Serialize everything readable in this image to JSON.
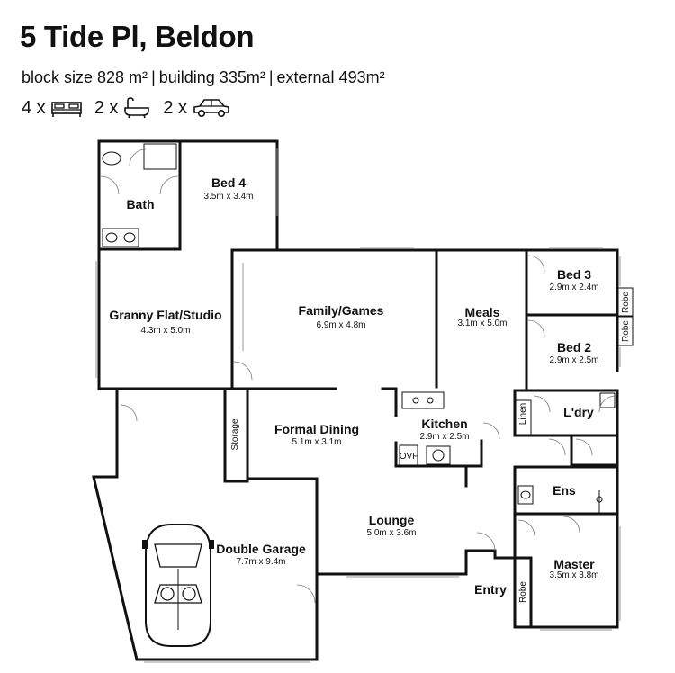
{
  "header": {
    "title": "5 Tide Pl, Beldon",
    "block_size": "block size 828 m²",
    "building": "building 335m²",
    "external": "external 493m²",
    "separator": "|",
    "bedrooms": "4 x",
    "bathrooms": "2 x",
    "cars": "2 x",
    "icons": [
      "bed-icon",
      "bath-icon",
      "car-icon"
    ]
  },
  "rooms": {
    "bed4": {
      "name": "Bed 4",
      "dims": "3.5m x 3.4m"
    },
    "bath": {
      "name": "Bath"
    },
    "granny": {
      "name": "Granny Flat/Studio",
      "dims": "4.3m x 5.0m"
    },
    "family": {
      "name": "Family/Games",
      "dims": "6.9m x 4.8m"
    },
    "meals": {
      "name": "Meals",
      "dims": "3.1m x 5.0m"
    },
    "bed3": {
      "name": "Bed 3",
      "dims": "2.9m x 2.4m"
    },
    "bed2": {
      "name": "Bed 2",
      "dims": "2.9m x 2.5m"
    },
    "robe1": {
      "name": "Robe"
    },
    "robe2": {
      "name": "Robe"
    },
    "robe3": {
      "name": "Robe"
    },
    "linen": {
      "name": "Linen"
    },
    "laundry": {
      "name": "L'dry"
    },
    "kitchen": {
      "name": "Kitchen",
      "dims": "2.9m x 2.5m"
    },
    "ovf": {
      "name": "OVF"
    },
    "formal": {
      "name": "Formal Dining",
      "dims": "5.1m x 3.1m"
    },
    "storage": {
      "name": "Storage"
    },
    "ens": {
      "name": "Ens"
    },
    "lounge": {
      "name": "Lounge",
      "dims": "5.0m x 3.6m"
    },
    "garage": {
      "name": "Double Garage",
      "dims": "7.7m x 9.4m"
    },
    "master": {
      "name": "Master",
      "dims": "3.5m x 3.8m"
    },
    "entry": {
      "name": "Entry"
    }
  }
}
